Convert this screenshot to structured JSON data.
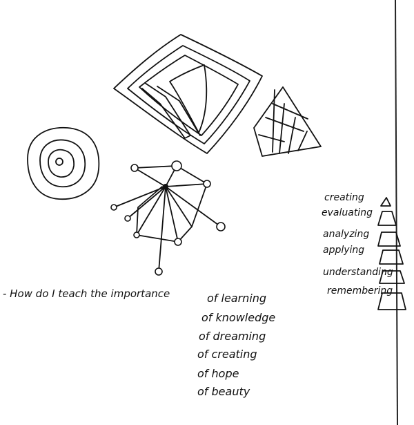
{
  "bloom_levels": [
    "creating",
    "evaluating",
    "analyzing",
    "applying",
    "understanding",
    "remembering"
  ],
  "question": {
    "prefix": "- How do I teach the importance",
    "items": [
      "of learning",
      "of knowledge",
      "of dreaming",
      "of creating",
      "of hope",
      "of beauty"
    ]
  }
}
